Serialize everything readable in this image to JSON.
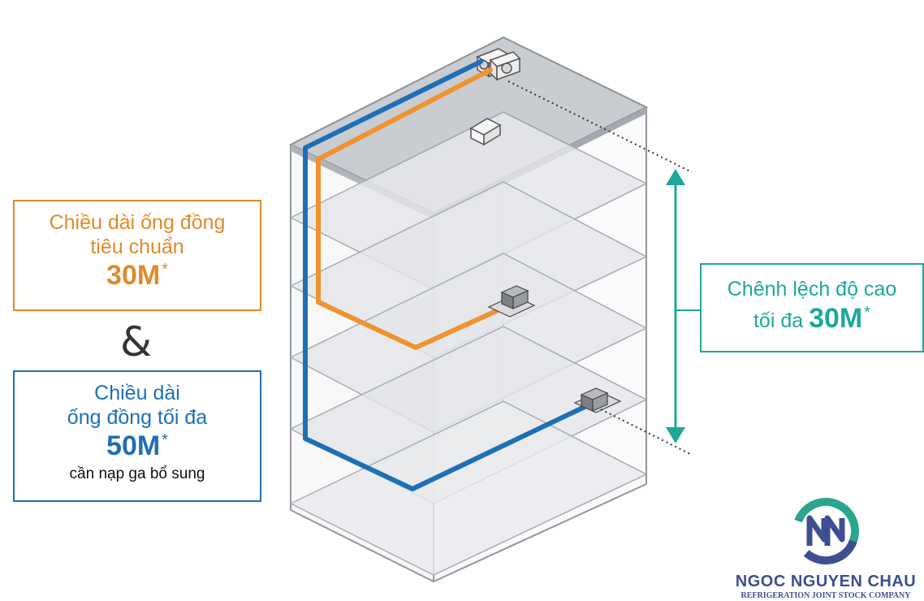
{
  "labels": {
    "standard": {
      "line1": "Chiều dài ống đồng",
      "line2": "tiêu chuẩn",
      "value": "30M",
      "mark": "*"
    },
    "ampersand": "&",
    "maximum": {
      "line1": "Chiều dài",
      "line2": "ống đồng tối đa",
      "value": "50M",
      "mark": "*",
      "note": "cần nạp ga bổ sung"
    },
    "height": {
      "line1": "Chênh lệch độ cao",
      "prefix": "tối đa",
      "value": "30M",
      "mark": "*"
    }
  },
  "logo": {
    "name": "NGOC NGUYEN CHAU",
    "subtitle": "REFRIGERATION JOINT STOCK COMPANY",
    "monogram": "NN"
  },
  "colors": {
    "standard_pipe": "#f0922e",
    "maximum_pipe": "#1f6fb6",
    "height_arrow": "#1fa79a",
    "building_edge": "#8a8f98"
  }
}
